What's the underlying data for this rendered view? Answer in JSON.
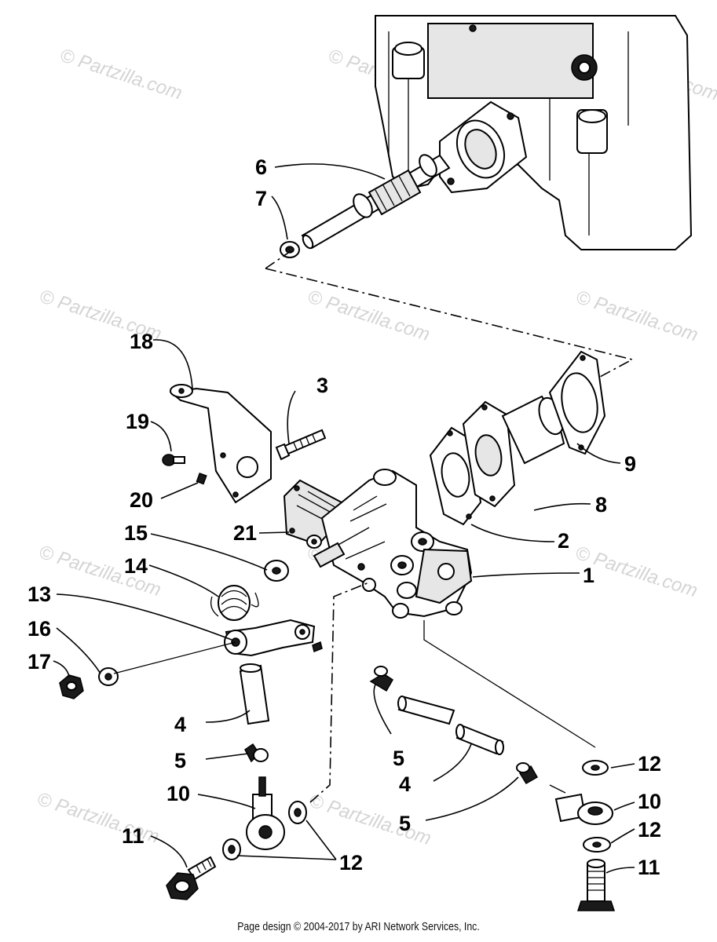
{
  "watermark": "© Partzilla.com",
  "callouts": [
    {
      "id": "c6",
      "text": "6"
    },
    {
      "id": "c7",
      "text": "7"
    },
    {
      "id": "c18",
      "text": "18"
    },
    {
      "id": "c3",
      "text": "3"
    },
    {
      "id": "c19",
      "text": "19"
    },
    {
      "id": "c9",
      "text": "9"
    },
    {
      "id": "c20",
      "text": "20"
    },
    {
      "id": "c8",
      "text": "8"
    },
    {
      "id": "c21",
      "text": "21"
    },
    {
      "id": "c2",
      "text": "2"
    },
    {
      "id": "c15",
      "text": "15"
    },
    {
      "id": "c1",
      "text": "1"
    },
    {
      "id": "c14",
      "text": "14"
    },
    {
      "id": "c13",
      "text": "13"
    },
    {
      "id": "c16",
      "text": "16"
    },
    {
      "id": "c17",
      "text": "17"
    },
    {
      "id": "c4a",
      "text": "4"
    },
    {
      "id": "c5a",
      "text": "5"
    },
    {
      "id": "c10a",
      "text": "10"
    },
    {
      "id": "c11a",
      "text": "11"
    },
    {
      "id": "c12a",
      "text": "12"
    },
    {
      "id": "c5b",
      "text": "5"
    },
    {
      "id": "c4b",
      "text": "4"
    },
    {
      "id": "c5c",
      "text": "5"
    },
    {
      "id": "c12b",
      "text": "12"
    },
    {
      "id": "c10b",
      "text": "10"
    },
    {
      "id": "c12c",
      "text": "12"
    },
    {
      "id": "c11b",
      "text": "11"
    }
  ],
  "footer": "Page design © 2004-2017 by ARI Network Services, Inc."
}
